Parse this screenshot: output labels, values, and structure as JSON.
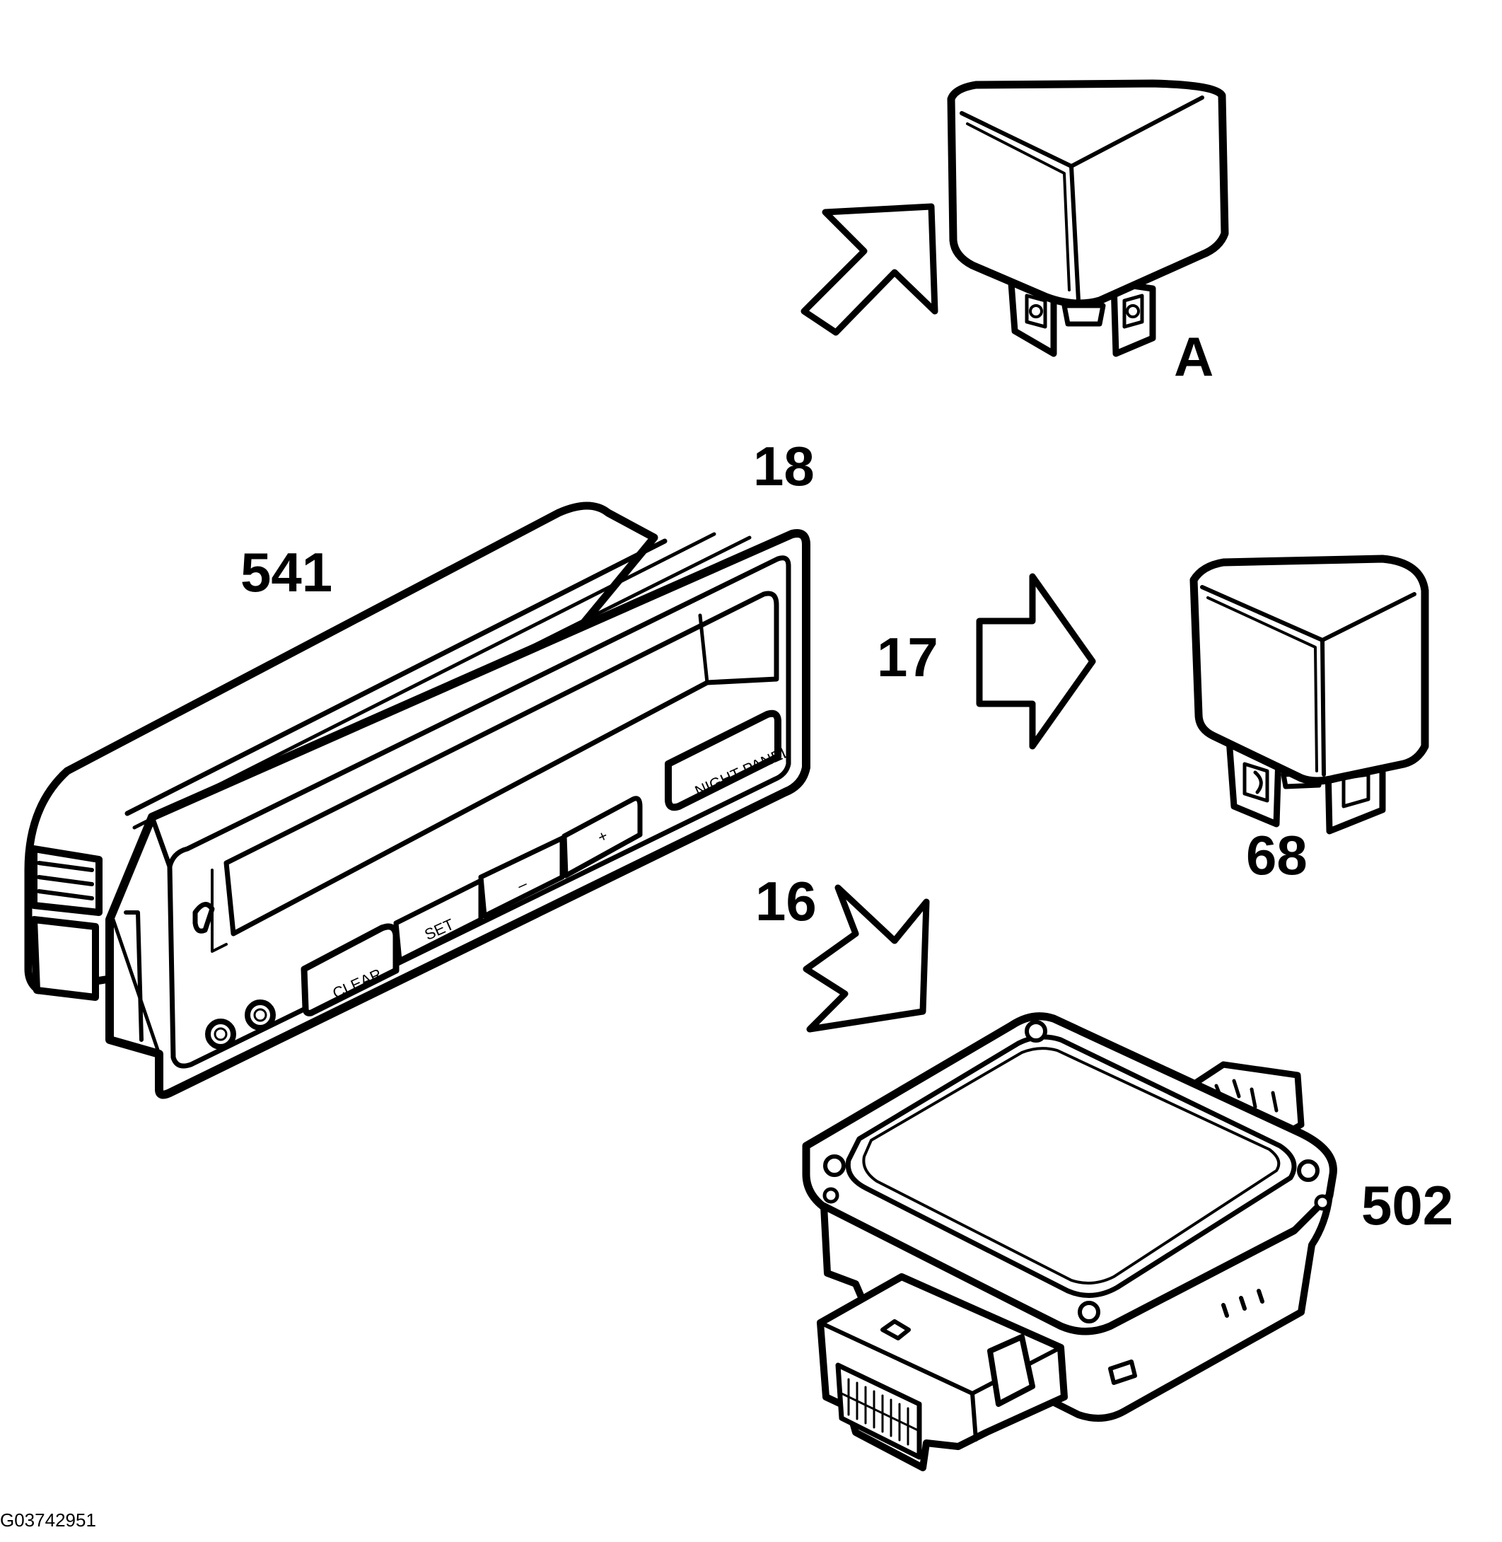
{
  "colors": {
    "line": "#000000",
    "background": "#ffffff"
  },
  "labels": {
    "part_541": "541",
    "arrow_18": "18",
    "relay_a": "A",
    "arrow_17": "17",
    "relay_68": "68",
    "arrow_16": "16",
    "module_502": "502"
  },
  "panel_buttons": {
    "clear": "CLEAR",
    "set": "SET",
    "minus": "–",
    "plus": "+",
    "night_panel": "NIGHT PANEL"
  },
  "figure_id": "G03742951"
}
